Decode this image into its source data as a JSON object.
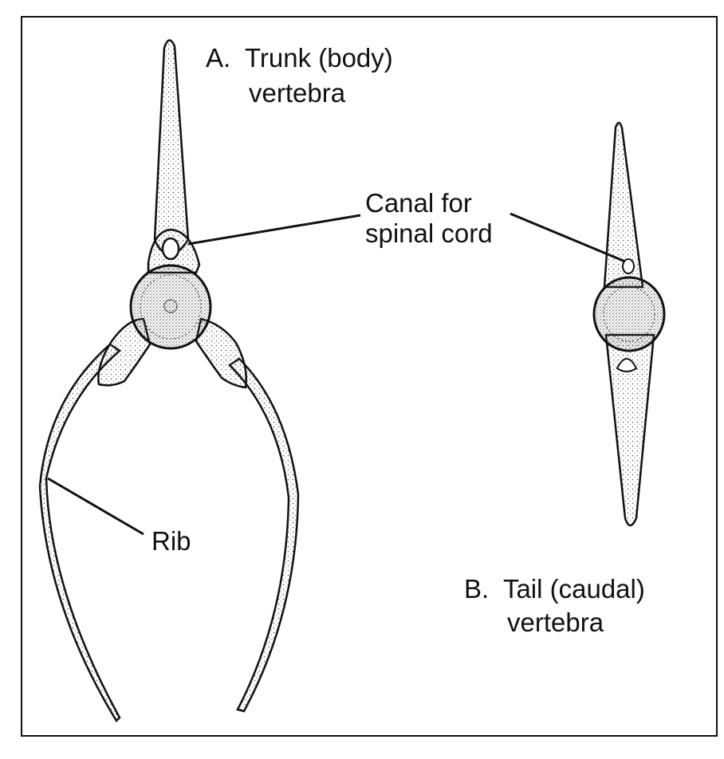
{
  "labels": {
    "trunk_letter": "A.",
    "trunk_line1": "Trunk (body)",
    "trunk_line2": "vertebra",
    "canal_line1": "Canal for",
    "canal_line2": "spinal cord",
    "rib": "Rib",
    "tail_letter": "B.",
    "tail_line1": "Tail (caudal)",
    "tail_line2": "vertebra"
  },
  "colors": {
    "ink": "#111111",
    "bone": "#f3efe4",
    "stipple": "#555555"
  }
}
